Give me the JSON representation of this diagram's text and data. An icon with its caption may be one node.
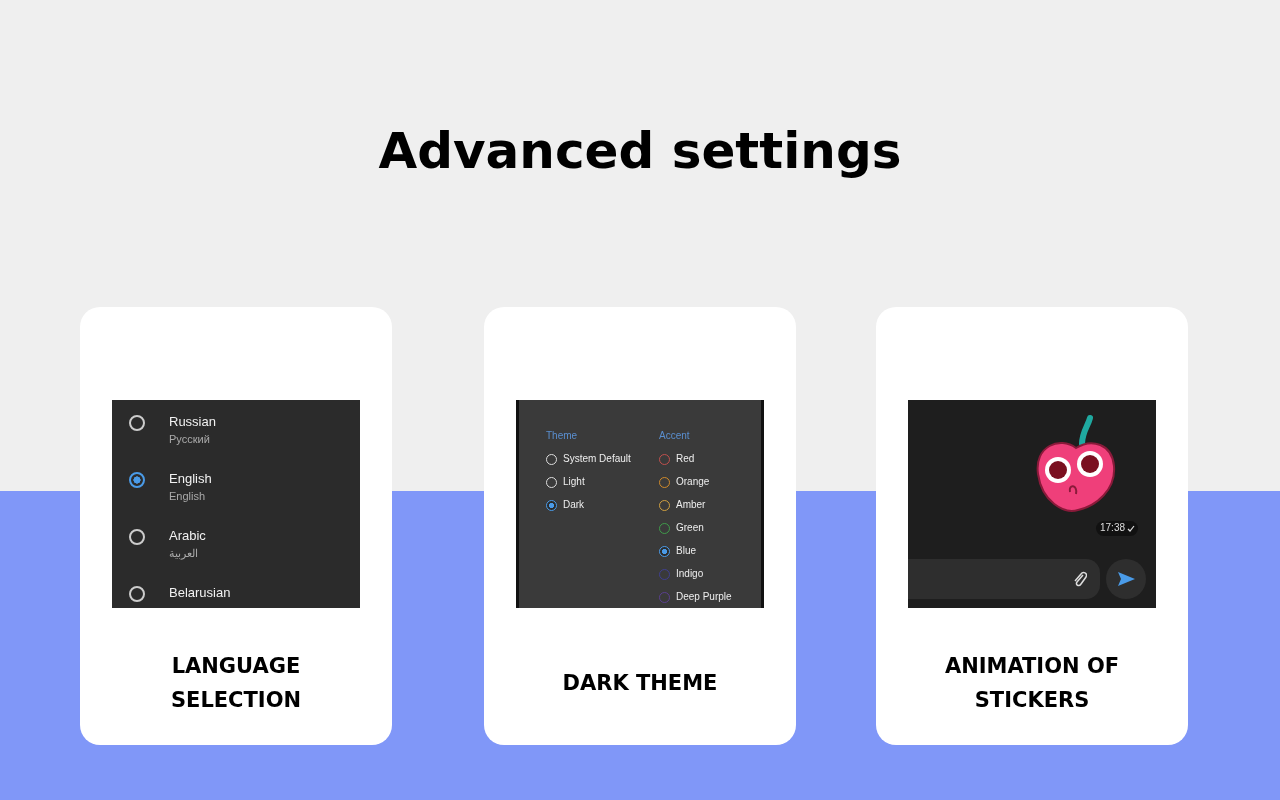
{
  "diagram": {
    "title": "Advanced settings",
    "nodes": [
      {
        "text": [
          "LANGUAGE SELECTION"
        ]
      },
      {
        "text": [
          "Russian",
          "Русский",
          "English",
          "English",
          "Arabic",
          "العربية",
          "Belarusian"
        ],
        "in": 0
      },
      {
        "text": [
          "DARK THEME"
        ]
      },
      {
        "text": [
          "Theme",
          "System Default",
          "Light",
          "Dark",
          "Accent",
          "Red",
          "Orange",
          "Amber",
          "Green",
          "Blue",
          "Indigo",
          "Deep Purple"
        ],
        "in": 2
      },
      {
        "text": [
          "ANIMATION OF STICKERS"
        ]
      },
      {
        "text": [
          "17:38"
        ],
        "in": 4
      }
    ],
    "edges": []
  }
}
